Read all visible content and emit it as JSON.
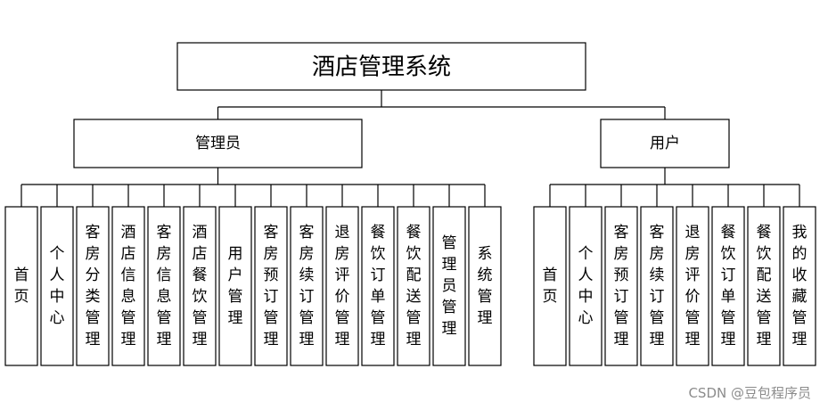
{
  "diagram": {
    "root": {
      "label": "酒店管理系统"
    },
    "groups": [
      {
        "label": "管理员",
        "children": [
          "首页",
          "个人中心",
          "客房分类管理",
          "酒店信息管理",
          "客房信息管理",
          "酒店餐饮管理",
          "用户管理",
          "客房预订管理",
          "客房续订管理",
          "退房评价管理",
          "餐饮订单管理",
          "餐饮配送管理",
          "管理员管理",
          "系统管理"
        ]
      },
      {
        "label": "用户",
        "children": [
          "首页",
          "个人中心",
          "客房预订管理",
          "客房续订管理",
          "退房评价管理",
          "餐饮订单管理",
          "餐饮配送管理",
          "我的收藏管理"
        ]
      }
    ]
  },
  "watermark": "CSDN @豆包程序员"
}
